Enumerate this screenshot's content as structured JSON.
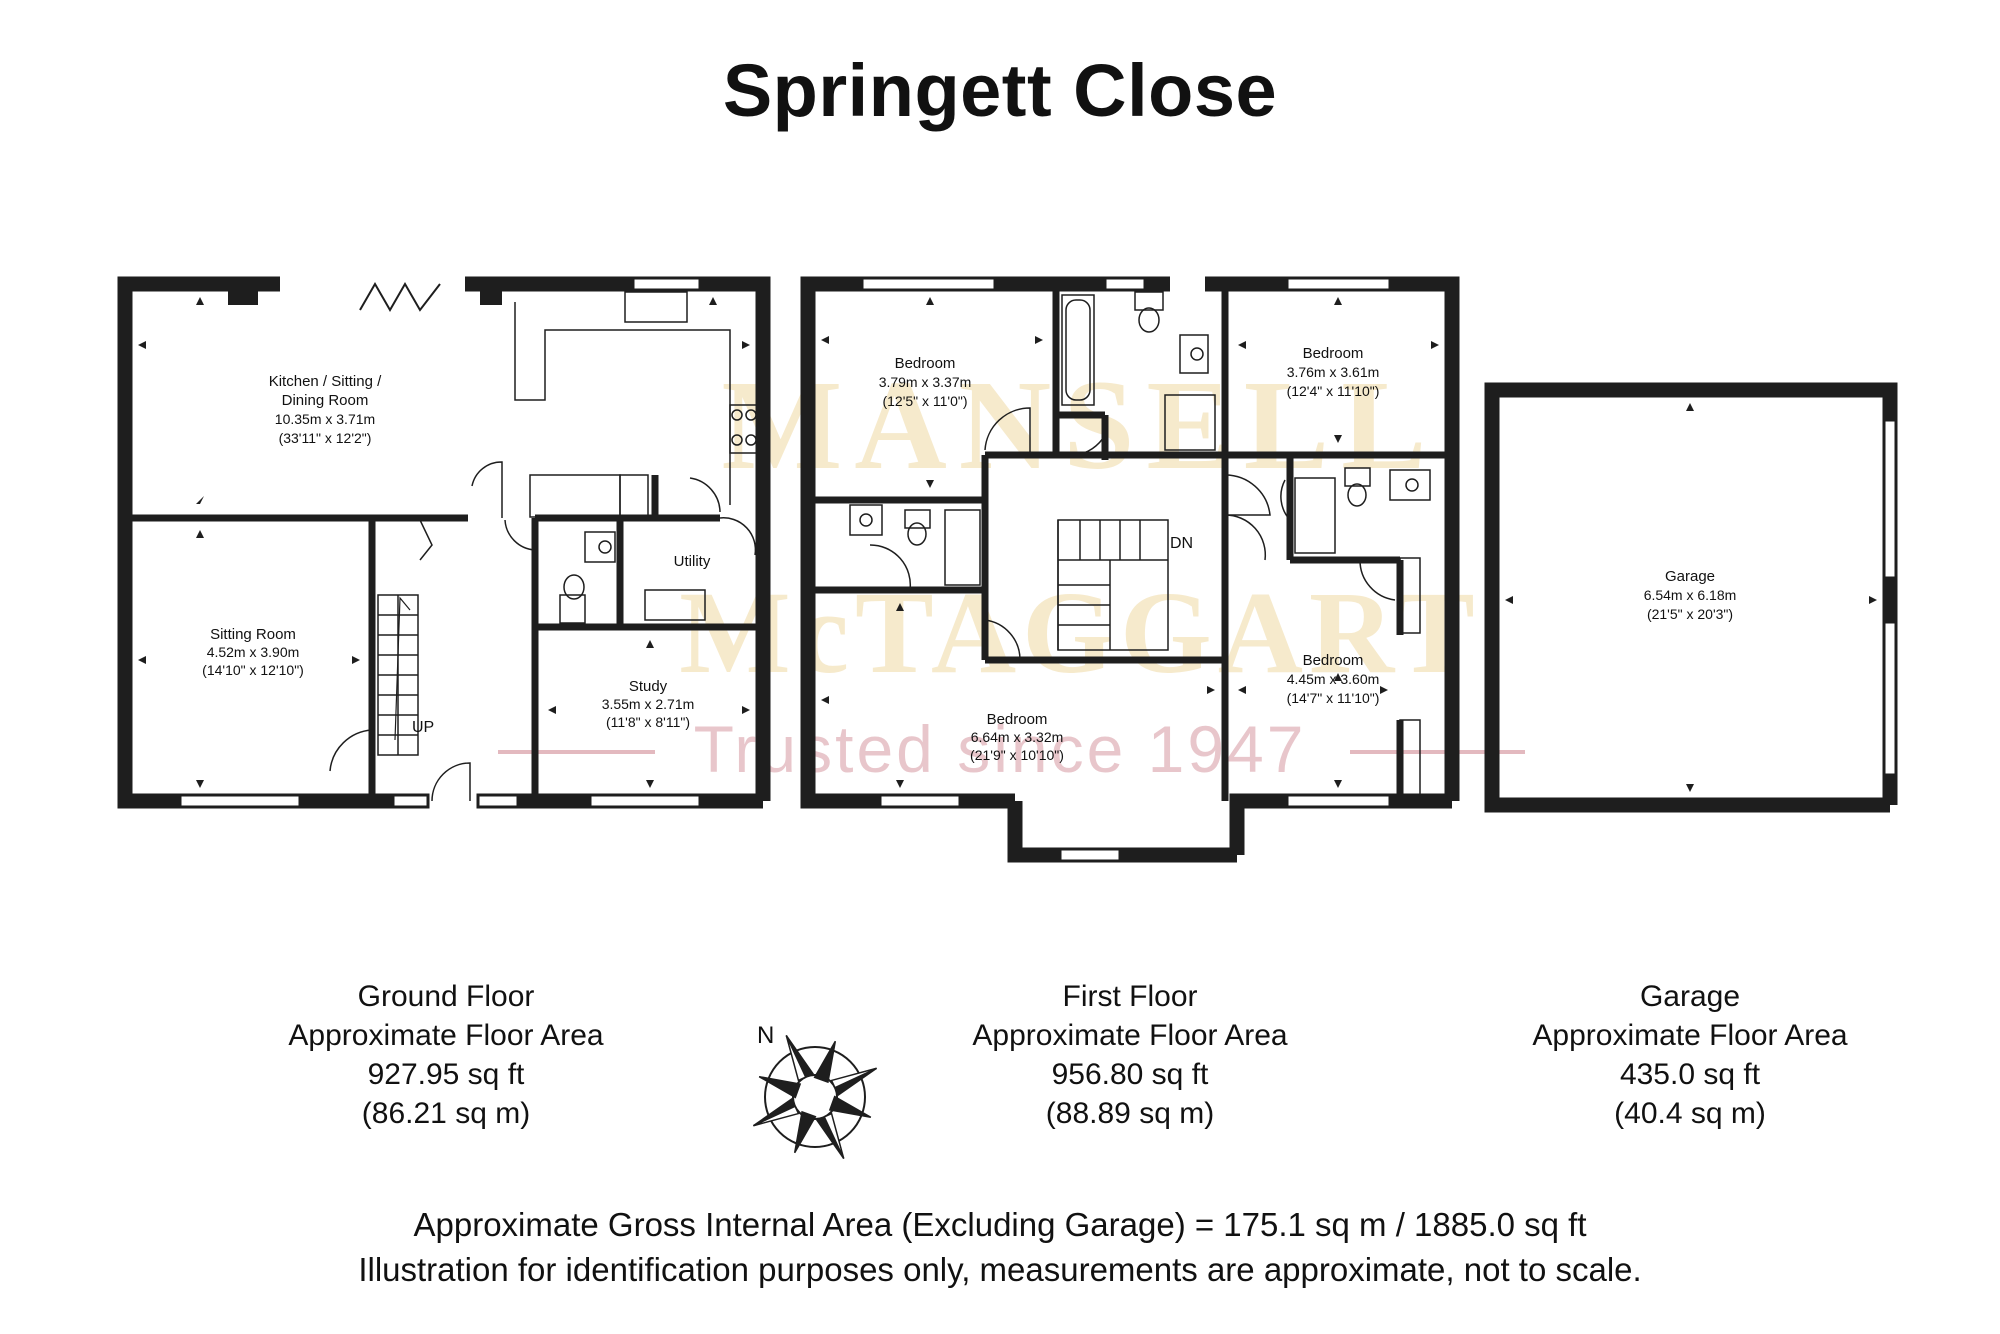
{
  "title": "Springett Close",
  "watermark": {
    "line1": "MANSELL",
    "line2": "McTAGGART",
    "line3": "Trusted since 1947"
  },
  "labels": {
    "up": "UP",
    "down": "DN",
    "north": "N"
  },
  "rooms": {
    "kitchen": {
      "name": [
        "Kitchen / Sitting /",
        "Dining Room"
      ],
      "metric": "10.35m x 3.71m",
      "imperial": "(33'11\" x 12'2\")"
    },
    "sitting": {
      "name": [
        "Sitting Room"
      ],
      "metric": "4.52m x 3.90m",
      "imperial": "(14'10\" x 12'10\")"
    },
    "utility": {
      "name": [
        "Utility"
      ]
    },
    "study": {
      "name": [
        "Study"
      ],
      "metric": "3.55m x 2.71m",
      "imperial": "(11'8\" x 8'11\")"
    },
    "bed1": {
      "name": [
        "Bedroom"
      ],
      "metric": "3.79m x 3.37m",
      "imperial": "(12'5\" x 11'0\")"
    },
    "bed2": {
      "name": [
        "Bedroom"
      ],
      "metric": "3.76m x 3.61m",
      "imperial": "(12'4\" x 11'10\")"
    },
    "bed3": {
      "name": [
        "Bedroom"
      ],
      "metric": "6.64m x 3.32m",
      "imperial": "(21'9\" x 10'10\")"
    },
    "bed4": {
      "name": [
        "Bedroom"
      ],
      "metric": "4.45m x 3.60m",
      "imperial": "(14'7\" x 11'10\")"
    },
    "garage": {
      "name": [
        "Garage"
      ],
      "metric": "6.54m x 6.18m",
      "imperial": "(21'5\" x 20'3\")"
    }
  },
  "floors": [
    {
      "name": "Ground Floor",
      "caption": "Approximate Floor Area",
      "sqft": "927.95 sq ft",
      "sqm": "(86.21 sq m)"
    },
    {
      "name": "First Floor",
      "caption": "Approximate Floor Area",
      "sqft": "956.80 sq ft",
      "sqm": "(88.89 sq m)"
    },
    {
      "name": "Garage",
      "caption": "Approximate Floor Area",
      "sqft": "435.0 sq ft",
      "sqm": "(40.4 sq m)"
    }
  ],
  "footer": {
    "line1": "Approximate Gross Internal Area (Excluding Garage) = 175.1 sq m / 1885.0 sq ft",
    "line2": "Illustration for identification purposes only, measurements are approximate, not to scale."
  },
  "colors": {
    "wall": "#1e1e1e",
    "watermark_gold": "#efd9a4",
    "watermark_pink": "#e3b9bf"
  }
}
